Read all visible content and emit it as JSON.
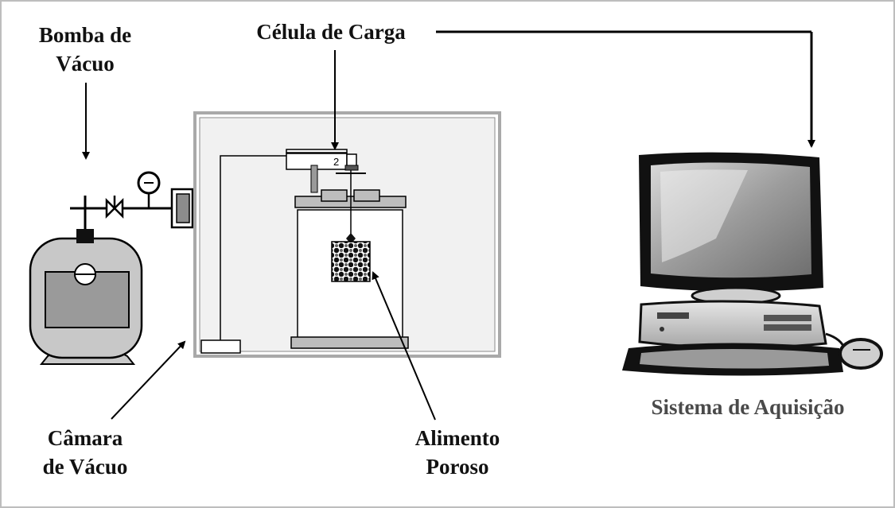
{
  "labels": {
    "vacuum_pump": [
      "Bomba de",
      "Vácuo"
    ],
    "load_cell": "Célula de Carga",
    "vacuum_chamber": [
      "Câmara",
      "de Vácuo"
    ],
    "porous_food": [
      "Alimento",
      "Poroso"
    ],
    "acquisition_system": "Sistema de Aquisição"
  },
  "load_cell_marker": "2",
  "colors": {
    "outline": "#000000",
    "chamber_fill": "#f1f1f1",
    "chamber_border": "#a9a9a9",
    "pump_fill": "#c8c8c8",
    "pump_window": "#9a9a9a",
    "frame_border": "#bdbdbd"
  },
  "icons": {
    "pump": "vacuum-pump-icon",
    "gauge": "pressure-gauge-icon",
    "valve": "valve-icon",
    "computer": "desktop-computer-icon"
  }
}
